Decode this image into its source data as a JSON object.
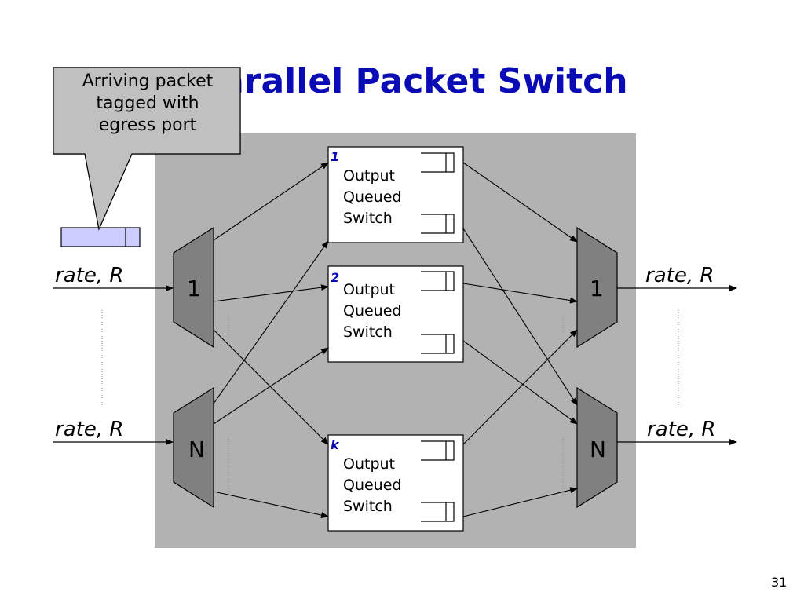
{
  "title": "Parallel Packet Switch",
  "callout": {
    "lines": [
      "Arriving packet",
      "tagged with",
      "egress port"
    ]
  },
  "switches": [
    {
      "index": "1",
      "lines": [
        "Output",
        "Queued",
        "Switch"
      ]
    },
    {
      "index": "2",
      "lines": [
        "Output",
        "Queued",
        "Switch"
      ]
    },
    {
      "index": "k",
      "lines": [
        "Output",
        "Queued",
        "Switch"
      ]
    }
  ],
  "input_muxes": [
    {
      "label": "1",
      "rate": "rate, R"
    },
    {
      "label": "N",
      "rate": "rate, R"
    }
  ],
  "output_muxes": [
    {
      "label": "1",
      "rate": "rate, R"
    },
    {
      "label": "N",
      "rate": "rate, R"
    }
  ],
  "page_number": "31",
  "colors": {
    "title": "#0b0bb5",
    "panel": "#b2b2b2",
    "mux": "#808080",
    "callout": "#c0c0c0",
    "packet": "#ccccff"
  }
}
